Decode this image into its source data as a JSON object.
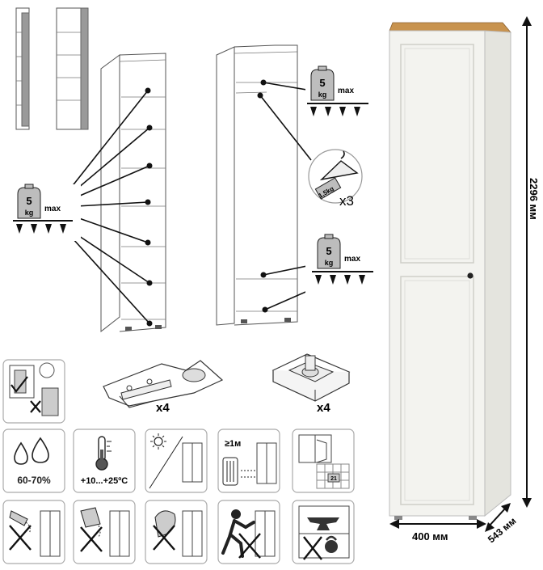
{
  "weight_badge": {
    "value": "5",
    "unit": "kg",
    "limit": "max"
  },
  "hanger_badge": {
    "weight": "1,5kg",
    "count": "x3"
  },
  "hardware": {
    "hinge_count": "x4",
    "foot_count": "x4"
  },
  "dimensions": {
    "height": "2296 мм",
    "width": "400 мм",
    "depth": "543 мм"
  },
  "care": {
    "humidity": "60-70%",
    "temperature": "+10...+25ºC",
    "distance": "≥1м",
    "grid_number": "21"
  },
  "colors": {
    "top_oak": "#c8934f",
    "door_white": "#f3f3ef",
    "handle": "#222222"
  }
}
